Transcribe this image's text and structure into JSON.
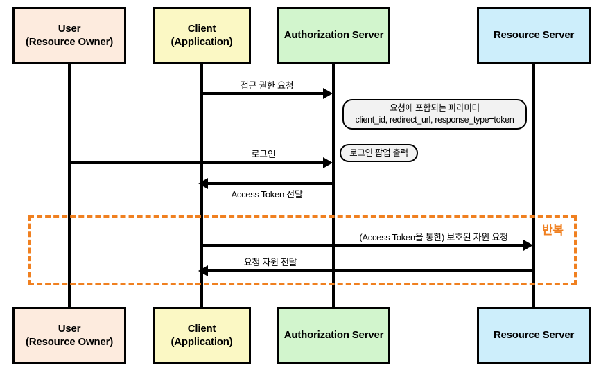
{
  "diagram": {
    "title": "OAuth 2.0 Implicit Grant Sequence Diagram",
    "colors": {
      "user": "#fdebde",
      "client": "#fbf8c4",
      "auth_server": "#d2f5cd",
      "resource_server": "#cdeefb",
      "note_bg": "#f2f2f2",
      "loop": "#f08020",
      "stroke": "#000000"
    },
    "participants": [
      {
        "id": "user",
        "line1": "User",
        "line2": "(Resource Owner)",
        "color": "#fdebde"
      },
      {
        "id": "client",
        "line1": "Client",
        "line2": "(Application)",
        "color": "#fbf8c4"
      },
      {
        "id": "auth_server",
        "line1": "Authorization Server",
        "line2": "",
        "color": "#d2f5cd"
      },
      {
        "id": "resource_server",
        "line1": "Resource Server",
        "line2": "",
        "color": "#cdeefb"
      }
    ],
    "messages": [
      {
        "id": "m1",
        "label": "접근 권한 요청",
        "from": "client",
        "to": "auth_server",
        "direction": "right"
      },
      {
        "id": "m2",
        "label": "로그인",
        "from": "user",
        "to": "auth_server",
        "direction": "right"
      },
      {
        "id": "m3",
        "label": "Access Token 전달",
        "from": "auth_server",
        "to": "client",
        "direction": "left"
      },
      {
        "id": "m4",
        "label": "(Access Token을 통한) 보호된 자원 요청",
        "from": "client",
        "to": "resource_server",
        "direction": "right"
      },
      {
        "id": "m5",
        "label": "요청 자원 전달",
        "from": "resource_server",
        "to": "client",
        "direction": "left"
      }
    ],
    "notes": [
      {
        "id": "n1",
        "line1": "요청에 포함되는 파라미터",
        "line2": "client_id, redirect_url, response_type=token"
      },
      {
        "id": "n2",
        "line1": "로그인 팝업 출력",
        "line2": ""
      }
    ],
    "loop": {
      "label": "반복"
    }
  }
}
